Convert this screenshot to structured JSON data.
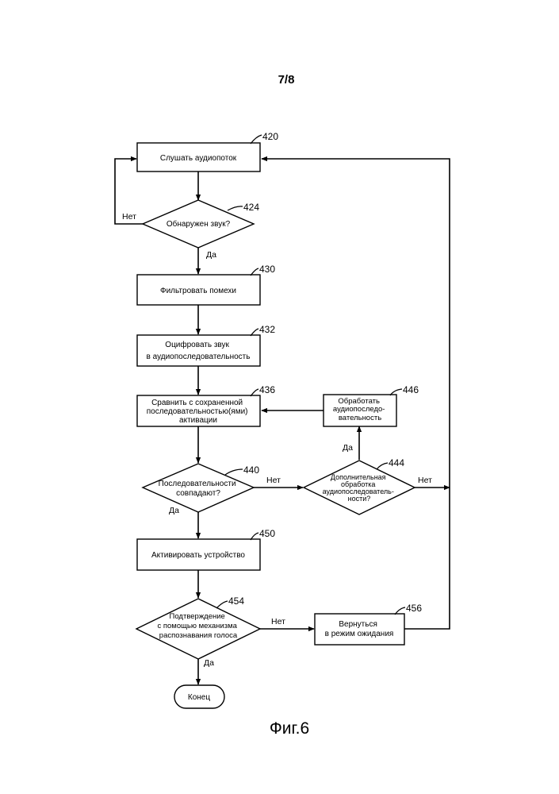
{
  "page_number": "7/8",
  "figure_caption": "Фиг.6",
  "nodes": {
    "n420": {
      "ref": "420",
      "lines": [
        "Слушать аудиопоток"
      ]
    },
    "n424": {
      "ref": "424",
      "lines": [
        "Обнаружен звук?"
      ]
    },
    "n430": {
      "ref": "430",
      "lines": [
        "Фильтровать помехи"
      ]
    },
    "n432": {
      "ref": "432",
      "lines": [
        "Оцифровать звук",
        "в аудиопоследовательность"
      ]
    },
    "n436": {
      "ref": "436",
      "lines": [
        "Сравнить с сохраненной",
        "последовательностью(ями)",
        "активации"
      ]
    },
    "n440": {
      "ref": "440",
      "lines": [
        "Последовательности",
        "совпадают?"
      ]
    },
    "n444": {
      "ref": "444",
      "lines": [
        "Дополнительная",
        "обработка",
        "аудиопоследователь-",
        "ности?"
      ]
    },
    "n446": {
      "ref": "446",
      "lines": [
        "Обработать",
        "аудиопоследо-",
        "вательность"
      ]
    },
    "n450": {
      "ref": "450",
      "lines": [
        "Активировать устройство"
      ]
    },
    "n454": {
      "ref": "454",
      "lines": [
        "Подтверждение",
        "с помощью механизма",
        "распознавания голоса"
      ]
    },
    "n456": {
      "ref": "456",
      "lines": [
        "Вернуться",
        "в режим ожидания"
      ]
    },
    "end": {
      "lines": [
        "Конец"
      ]
    }
  },
  "edge_labels": {
    "no_424": "Нет",
    "yes_424": "Да",
    "no_440": "Нет",
    "yes_440": "Да",
    "yes_444": "Да",
    "no_444": "Нет",
    "no_454": "Нет",
    "yes_454": "Да"
  }
}
